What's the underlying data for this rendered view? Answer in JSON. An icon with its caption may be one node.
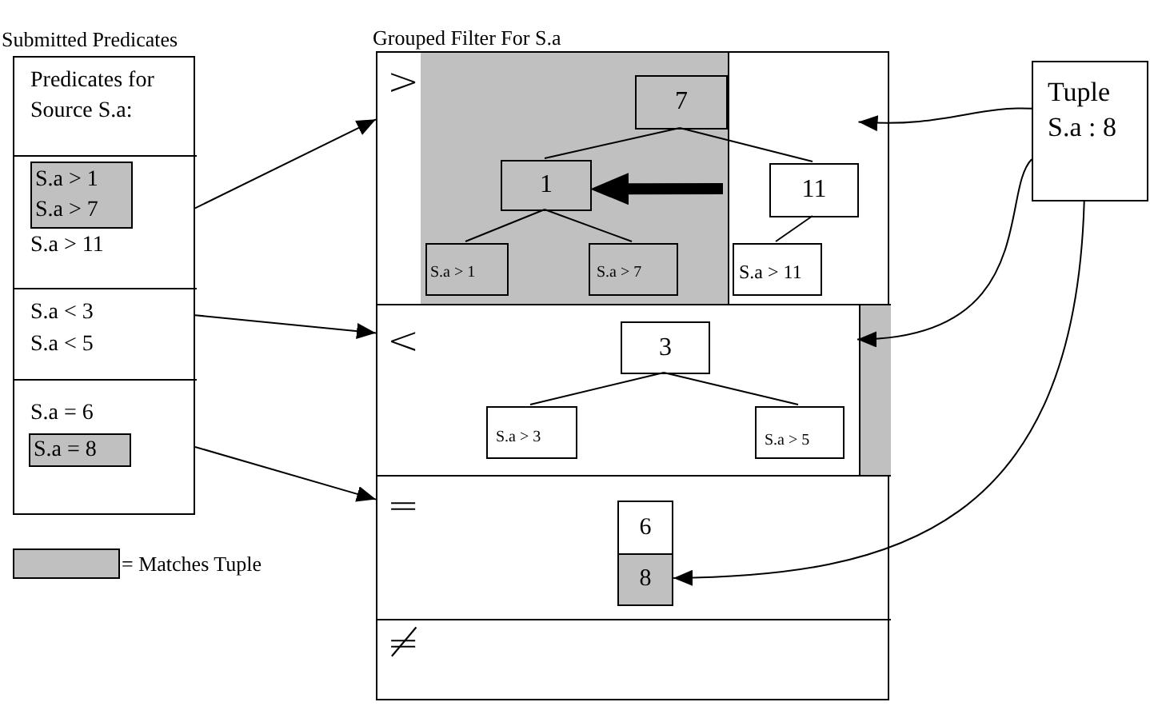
{
  "diagram": {
    "nodes": [
      {
        "text": [
          "Submitted Predicates"
        ]
      },
      {
        "text": [
          "Predicates for Source S.a:"
        ],
        "in": 0
      },
      {
        "text": [
          "S.a > 11"
        ],
        "in": 0
      },
      {
        "text": [
          "S.a > 1",
          "S.a > 7"
        ],
        "in": 2
      },
      {
        "text": [
          "S.a < 3",
          "S.a < 5"
        ],
        "in": 0
      },
      {
        "text": [
          "S.a = 6"
        ],
        "in": 0
      },
      {
        "text": [
          "S.a = 8"
        ],
        "in": 5
      },
      {
        "text": [
          "Grouped Filter For S.a"
        ]
      },
      {
        "text": [
          ">"
        ],
        "in": 7
      },
      {
        "text": [],
        "shape": "box",
        "in": 8
      },
      {
        "text": [
          "7"
        ],
        "in": 9
      },
      {
        "text": [
          "1"
        ],
        "in": 9
      },
      {
        "text": [
          "S.a > 1"
        ],
        "in": 9
      },
      {
        "text": [
          "S.a > 7"
        ],
        "in": 9
      },
      {
        "text": [
          "11"
        ],
        "in": 8
      },
      {
        "text": [
          "S.a > 11"
        ],
        "in": 8
      },
      {
        "text": [
          "<"
        ],
        "in": 7
      },
      {
        "text": [
          "3"
        ],
        "in": 16
      },
      {
        "text": [
          "S.a > 3"
        ],
        "in": 16
      },
      {
        "text": [
          "S.a > 5"
        ],
        "in": 16
      },
      {
        "text": [],
        "shape": "box",
        "in": 16
      },
      {
        "text": [
          "="
        ],
        "in": 7
      },
      {
        "text": [
          "6"
        ],
        "in": 21
      },
      {
        "text": [
          "8"
        ],
        "in": 21
      },
      {
        "text": [
          "≠"
        ],
        "in": 7
      },
      {
        "text": [
          "Tuple",
          "S.a : 8"
        ]
      }
    ],
    "edges": [
      {
        "from": 10,
        "to": 11,
        "arrow": "none"
      },
      {
        "from": 10,
        "to": 14,
        "arrow": "none"
      },
      {
        "from": 11,
        "to": 12,
        "arrow": "none"
      },
      {
        "from": 11,
        "to": 13,
        "arrow": "none"
      },
      {
        "from": 14,
        "to": 15,
        "arrow": "none"
      },
      {
        "from": null,
        "to": 11,
        "arrow": "to",
        "style": "thick"
      },
      {
        "from": 17,
        "to": 18,
        "arrow": "none"
      },
      {
        "from": 17,
        "to": 19,
        "arrow": "none"
      },
      {
        "from": 2,
        "to": 8,
        "arrow": "to"
      },
      {
        "from": 4,
        "to": 16,
        "arrow": "to"
      },
      {
        "from": 5,
        "to": 21,
        "arrow": "to"
      },
      {
        "from": 25,
        "to": 8,
        "arrow": "to"
      },
      {
        "from": 25,
        "to": 20,
        "arrow": "to"
      },
      {
        "from": 25,
        "to": 23,
        "arrow": "to"
      }
    ],
    "legend": [
      {
        "text": "= Matches Tuple",
        "color": "#c0c0c0"
      }
    ]
  }
}
